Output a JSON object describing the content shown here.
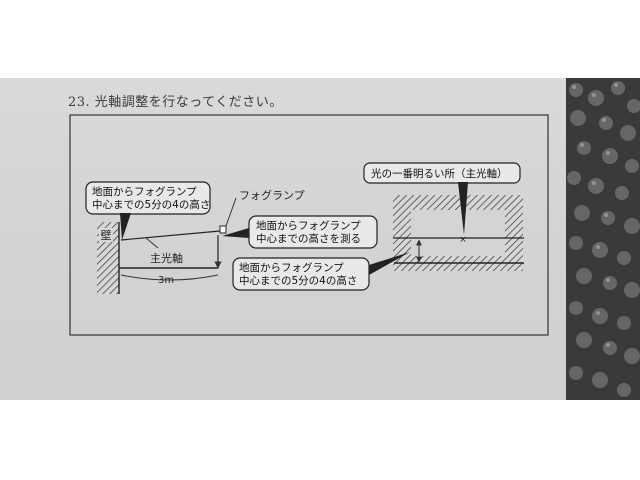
{
  "page": {
    "heading": "23. 光軸調整を行なってください。"
  },
  "figure": {
    "callout_left_line1": "地面からフォグランプ",
    "callout_left_line2": "中心までの5分の4の高さ",
    "label_foglamp": "フォグランプ",
    "label_wall": "壁",
    "label_main_axis": "主光軸",
    "label_distance": "3m",
    "callout_mid_line1": "地面からフォグランプ",
    "callout_mid_line2": "中心までの高さを測る",
    "callout_low_line1": "地面からフォグランプ",
    "callout_low_line2": "中心までの5分の4の高さ",
    "callout_right": "光の一番明るい所（主光軸）"
  }
}
